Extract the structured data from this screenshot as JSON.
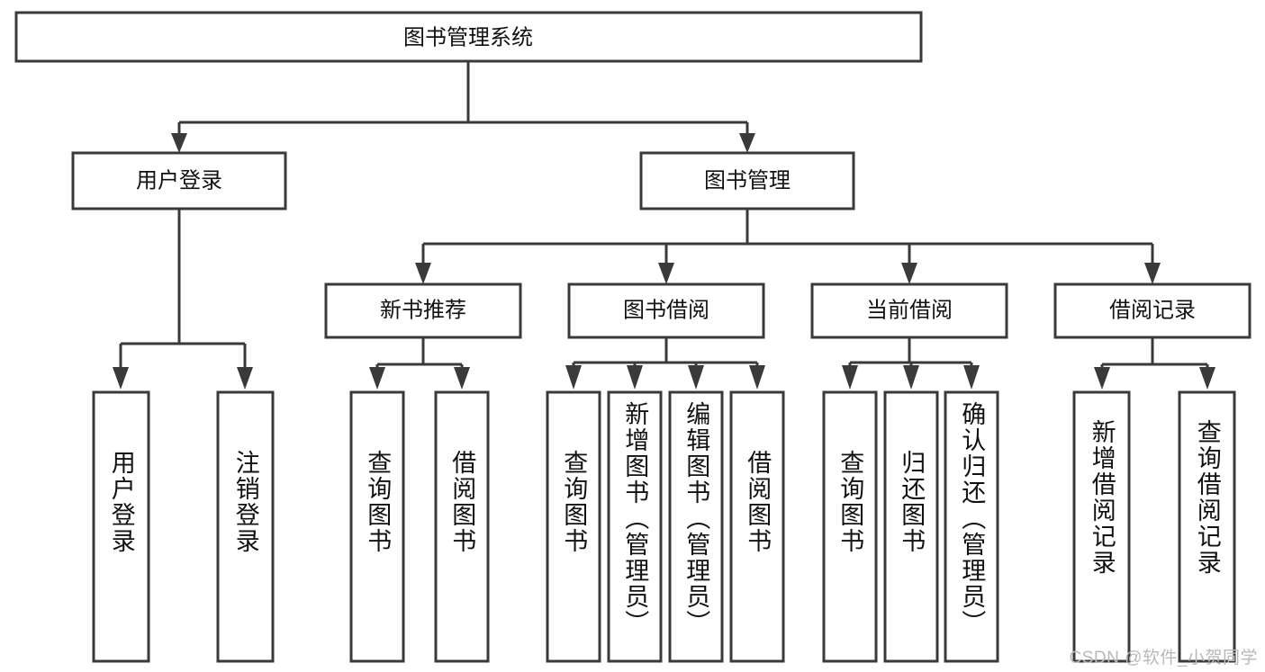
{
  "diagram": {
    "type": "tree-hierarchy",
    "title": "图书管理系统",
    "watermark": "CSDN @软件_小贺同学",
    "colors": {
      "box_stroke": "#3a3a3a",
      "box_fill": "#ffffff",
      "text": "#111111",
      "background": "#ffffff",
      "watermark": "#b9b9b9"
    },
    "nodes": {
      "root": "图书管理系统",
      "level2": [
        {
          "id": "user-login",
          "label": "用户登录"
        },
        {
          "id": "book-manage",
          "label": "图书管理"
        }
      ],
      "level3": [
        {
          "id": "new-book-recommend",
          "label": "新书推荐"
        },
        {
          "id": "book-borrow",
          "label": "图书借阅"
        },
        {
          "id": "current-borrow",
          "label": "当前借阅"
        },
        {
          "id": "borrow-record",
          "label": "借阅记录"
        }
      ],
      "leaves": [
        {
          "id": "leaf-user-login",
          "label": "用户登录",
          "parent": "user-login"
        },
        {
          "id": "leaf-logout-login",
          "label": "注销登录",
          "parent": "user-login"
        },
        {
          "id": "leaf-query-book-1",
          "label": "查询图书",
          "parent": "new-book-recommend"
        },
        {
          "id": "leaf-borrow-book-1",
          "label": "借阅图书",
          "parent": "new-book-recommend"
        },
        {
          "id": "leaf-query-book-2",
          "label": "查询图书",
          "parent": "book-borrow"
        },
        {
          "id": "leaf-add-book",
          "label": "新增图书（管理员）",
          "parent": "book-borrow"
        },
        {
          "id": "leaf-edit-book",
          "label": "编辑图书（管理员）",
          "parent": "book-borrow"
        },
        {
          "id": "leaf-borrow-book-2",
          "label": "借阅图书",
          "parent": "book-borrow"
        },
        {
          "id": "leaf-query-book-3",
          "label": "查询图书",
          "parent": "current-borrow"
        },
        {
          "id": "leaf-return-book",
          "label": "归还图书",
          "parent": "current-borrow"
        },
        {
          "id": "leaf-confirm-return",
          "label": "确认归还（管理员）",
          "parent": "current-borrow"
        },
        {
          "id": "leaf-add-record",
          "label": "新增借阅记录",
          "parent": "borrow-record"
        },
        {
          "id": "leaf-query-record",
          "label": "查询借阅记录",
          "parent": "borrow-record"
        }
      ]
    }
  }
}
